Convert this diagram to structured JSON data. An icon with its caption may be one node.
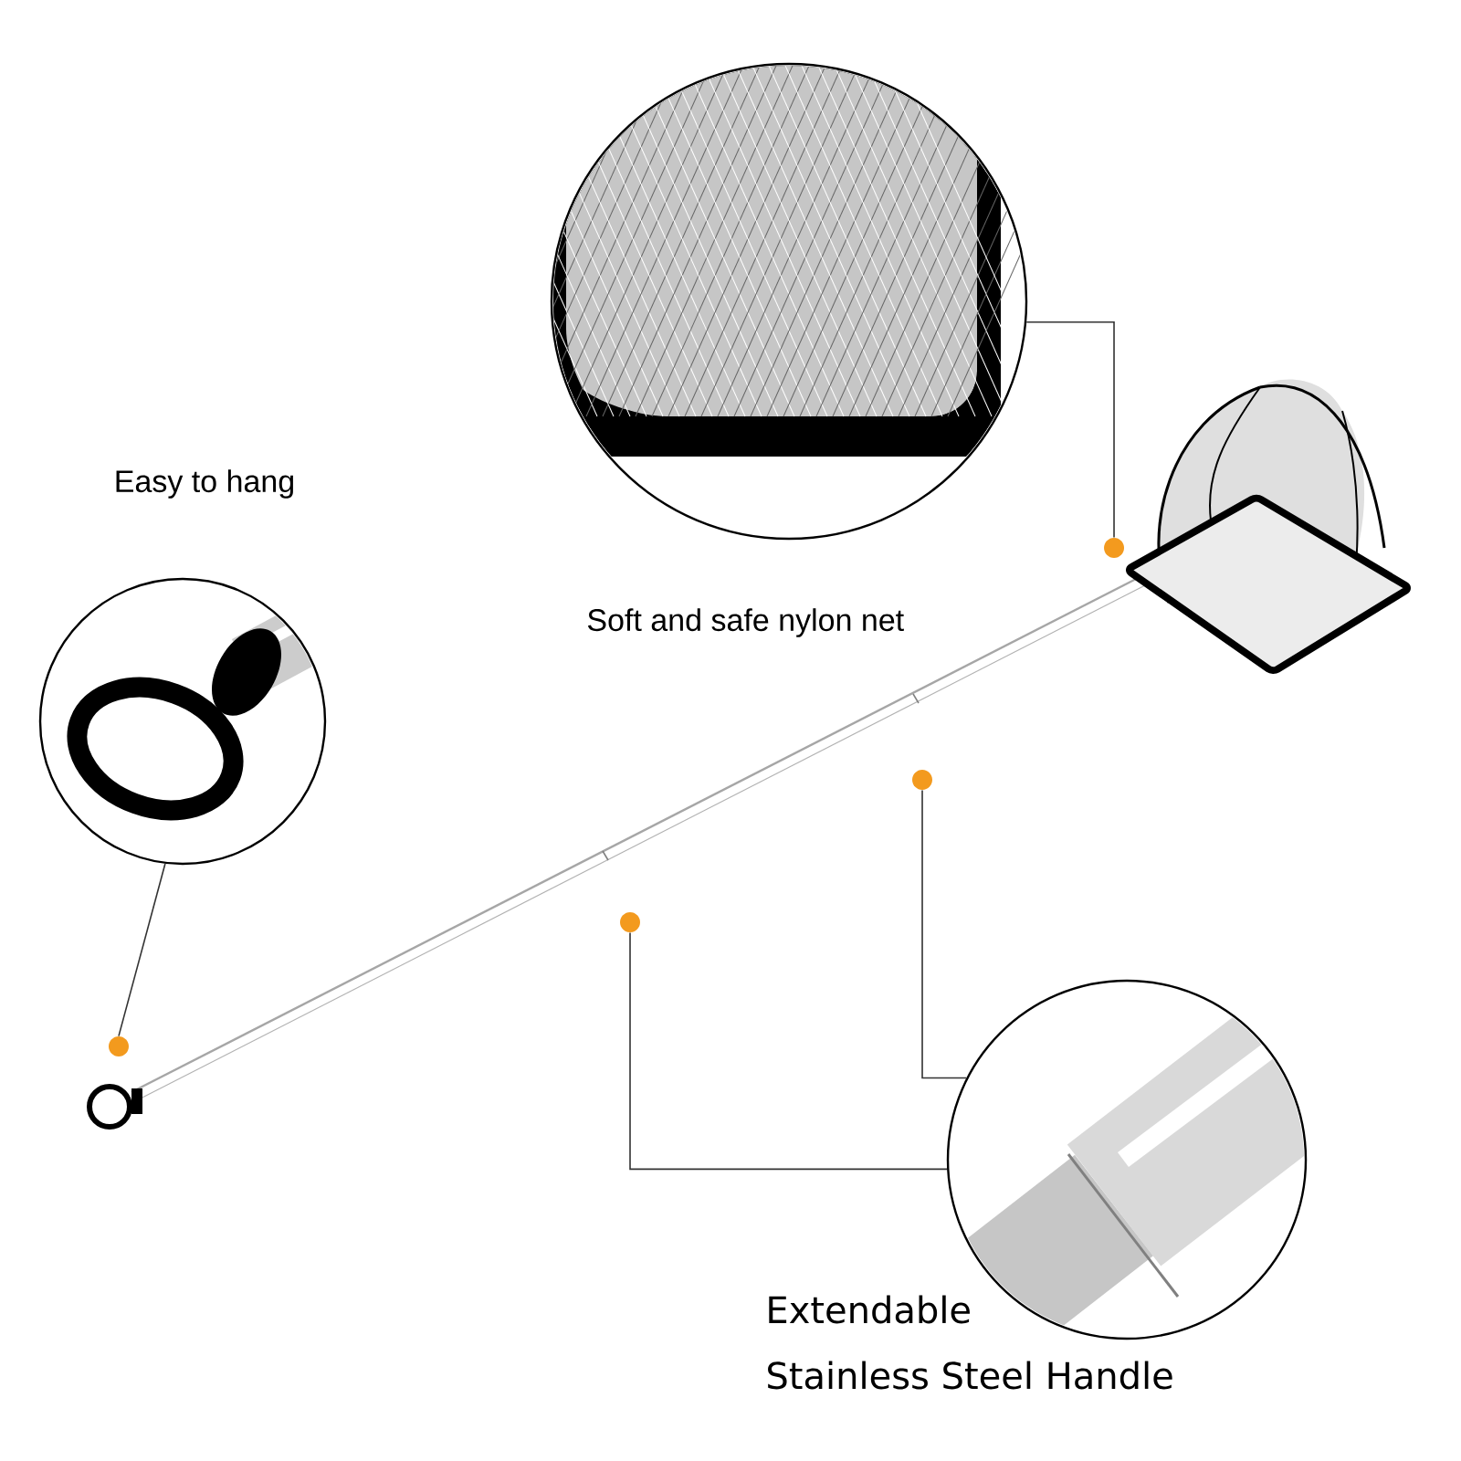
{
  "diagram": {
    "nodes": [
      {
        "text": [],
        "shape": "picture"
      },
      {
        "text": [],
        "shape": "circle"
      },
      {
        "text": [],
        "shape": "picture"
      },
      {
        "text": [],
        "shape": "circle"
      },
      {
        "text": [],
        "shape": "picture"
      },
      {
        "text": [],
        "shape": "circle"
      },
      {
        "text": [],
        "shape": "circle"
      }
    ],
    "edges": [
      {
        "from": 0,
        "to": 1,
        "arrow": "none"
      },
      {
        "from": 2,
        "to": 3,
        "arrow": "none"
      },
      {
        "from": 4,
        "to": 5,
        "arrow": "none"
      },
      {
        "from": 4,
        "to": 6,
        "arrow": "none"
      }
    ],
    "labels": [
      "Easy to hang",
      "Soft and safe nylon net",
      "Extendable",
      "Stainless Steel Handle"
    ]
  }
}
